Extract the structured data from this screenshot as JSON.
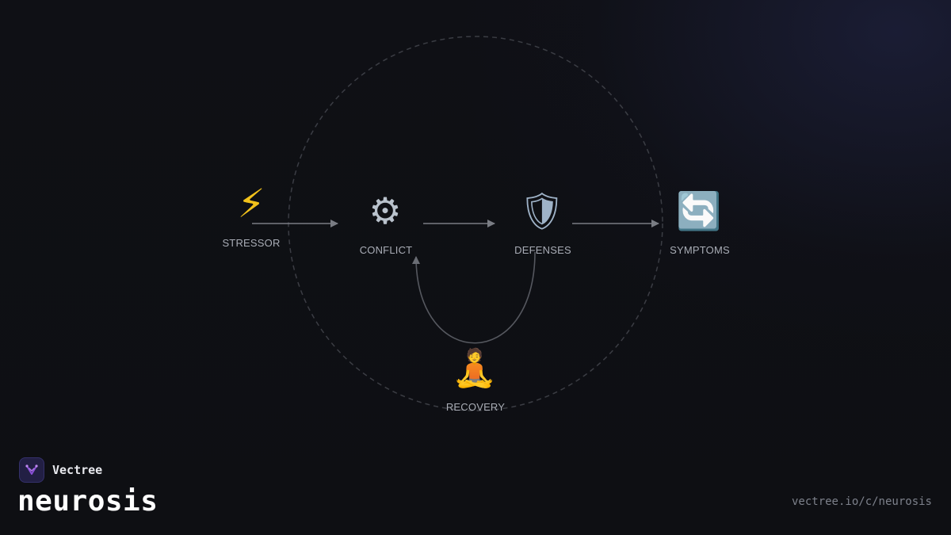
{
  "diagram": {
    "nodes": {
      "stressor": {
        "label": "STRESSOR",
        "icon": "lightning-bolt-icon",
        "glyph": "⚡"
      },
      "conflict": {
        "label": "CONFLICT",
        "icon": "gear-icon",
        "glyph": "⚙"
      },
      "defenses": {
        "label": "DEFENSES",
        "icon": "shield-icon",
        "glyph": "🛡"
      },
      "symptoms": {
        "label": "SYMPTOMS",
        "icon": "cycle-arrows-icon",
        "glyph": "🔄"
      },
      "recovery": {
        "label": "RECOVERY",
        "icon": "meditating-person-icon",
        "glyph": "🧘"
      }
    },
    "edges": [
      {
        "from": "stressor",
        "to": "conflict"
      },
      {
        "from": "conflict",
        "to": "defenses"
      },
      {
        "from": "defenses",
        "to": "symptoms"
      },
      {
        "from": "defenses",
        "to": "conflict",
        "via": "recovery"
      }
    ],
    "colors": {
      "arrow": "#7a7d84",
      "loop": "#55585f",
      "circle": "#3b3d44"
    }
  },
  "brand": {
    "name": "Vectree",
    "logo_color": "#8a4fd8"
  },
  "topic": {
    "title": "neurosis"
  },
  "footer": {
    "url": "vectree.io/c/neurosis"
  }
}
